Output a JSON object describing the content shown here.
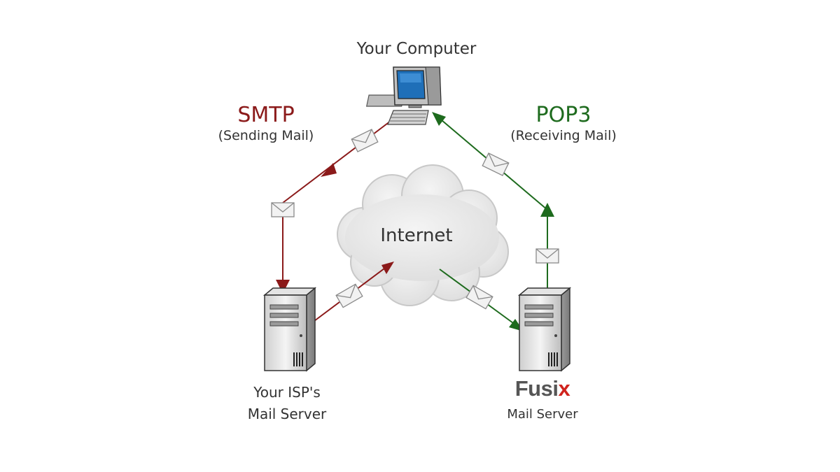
{
  "labels": {
    "computer": "Your Computer",
    "smtp_title": "SMTP",
    "smtp_subtitle": "(Sending Mail)",
    "pop3_title": "POP3",
    "pop3_subtitle": "(Receiving Mail)",
    "internet": "Internet",
    "isp_server_line1": "Your ISP's",
    "isp_server_line2": "Mail Server",
    "fusix_brand_main": "Fusi",
    "fusix_brand_accent": "x",
    "fusix_server": "Mail Server"
  },
  "icons": {
    "computer": "desktop-computer-icon",
    "server": "server-tower-icon",
    "cloud": "cloud-icon",
    "envelope": "envelope-icon"
  },
  "colors": {
    "smtp": "#8b1a1a",
    "pop3": "#1e6b1e",
    "cloud_fill": "#e6e6e6",
    "cloud_stroke": "#c8c8c8",
    "monitor_screen": "#1f6fb8",
    "text": "#333333",
    "brand_accent": "#d0231d"
  }
}
